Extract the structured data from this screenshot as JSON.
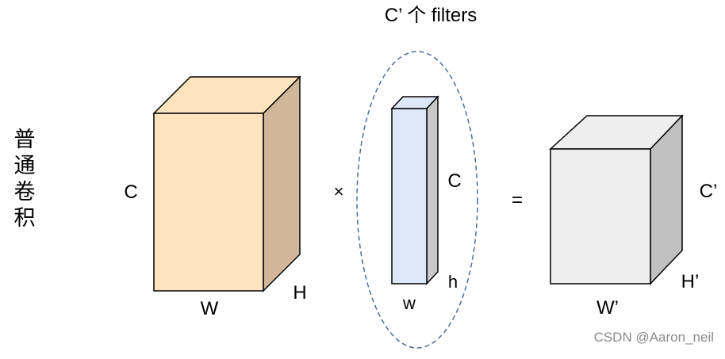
{
  "diagram": {
    "side_label": [
      "普",
      "通",
      "卷",
      "积"
    ],
    "filters_title": "C’ 个 filters",
    "operator_multiply": "×",
    "operator_equals": "=",
    "input_block": {
      "height_label": "C",
      "width_label": "W",
      "depth_label": "H",
      "colors": {
        "front": "#FDE4BE",
        "side": "#D1B699",
        "top": "#FDE4BE"
      }
    },
    "filter_block": {
      "height_label": "C",
      "width_label": "w",
      "depth_label": "h",
      "colors": {
        "front": "#DCE8F8",
        "side": "#C8C8C8",
        "top": "#DCE8F8",
        "ellipse": "#4F6E96"
      }
    },
    "output_block": {
      "height_label": "C’",
      "width_label": "W’",
      "depth_label": "H’",
      "colors": {
        "front": "#EEEEEE",
        "side": "#C0C0C0",
        "top": "#EEEEEE"
      }
    }
  },
  "watermark": "CSDN @Aaron_neil"
}
